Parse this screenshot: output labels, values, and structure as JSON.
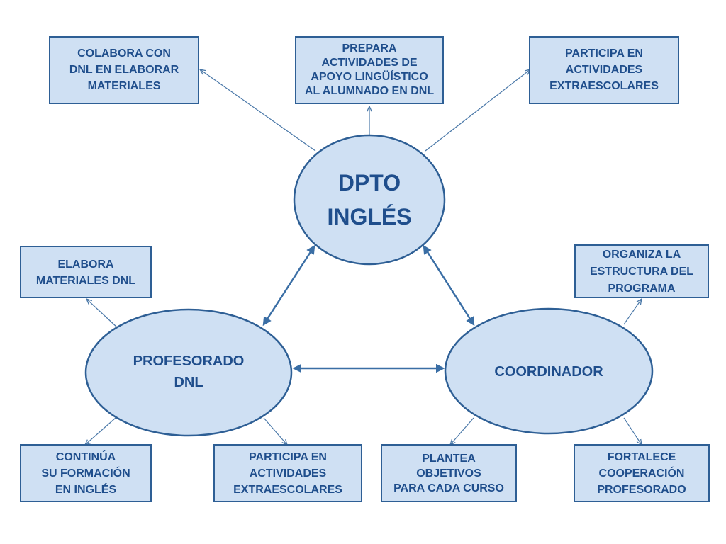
{
  "nodes": {
    "dpto": [
      "DPTO",
      "INGLÉS"
    ],
    "profesorado": [
      "PROFESORADO",
      "DNL"
    ],
    "coordinador": [
      "COORDINADOR"
    ]
  },
  "boxes": {
    "colabora": [
      "COLABORA CON",
      "DNL EN ELABORAR",
      "MATERIALES"
    ],
    "prepara": [
      "PREPARA",
      "ACTIVIDADES DE",
      "APOYO LINGÜÍSTICO",
      "AL ALUMNADO EN DNL"
    ],
    "participa_top": [
      "PARTICIPA EN",
      "ACTIVIDADES",
      "EXTRAESCOLARES"
    ],
    "elabora": [
      "ELABORA",
      "MATERIALES DNL"
    ],
    "organiza": [
      "ORGANIZA LA",
      "ESTRUCTURA DEL",
      "PROGRAMA"
    ],
    "continua": [
      "CONTINÚA",
      "SU FORMACIÓN",
      "EN INGLÉS"
    ],
    "participa_bottom": [
      "PARTICIPA EN",
      "ACTIVIDADES",
      "EXTRAESCOLARES"
    ],
    "plantea": [
      "PLANTEA",
      "OBJETIVOS",
      "PARA CADA CURSO"
    ],
    "fortalece": [
      "FORTALECE",
      "COOPERACIÓN",
      "PROFESORADO"
    ]
  }
}
